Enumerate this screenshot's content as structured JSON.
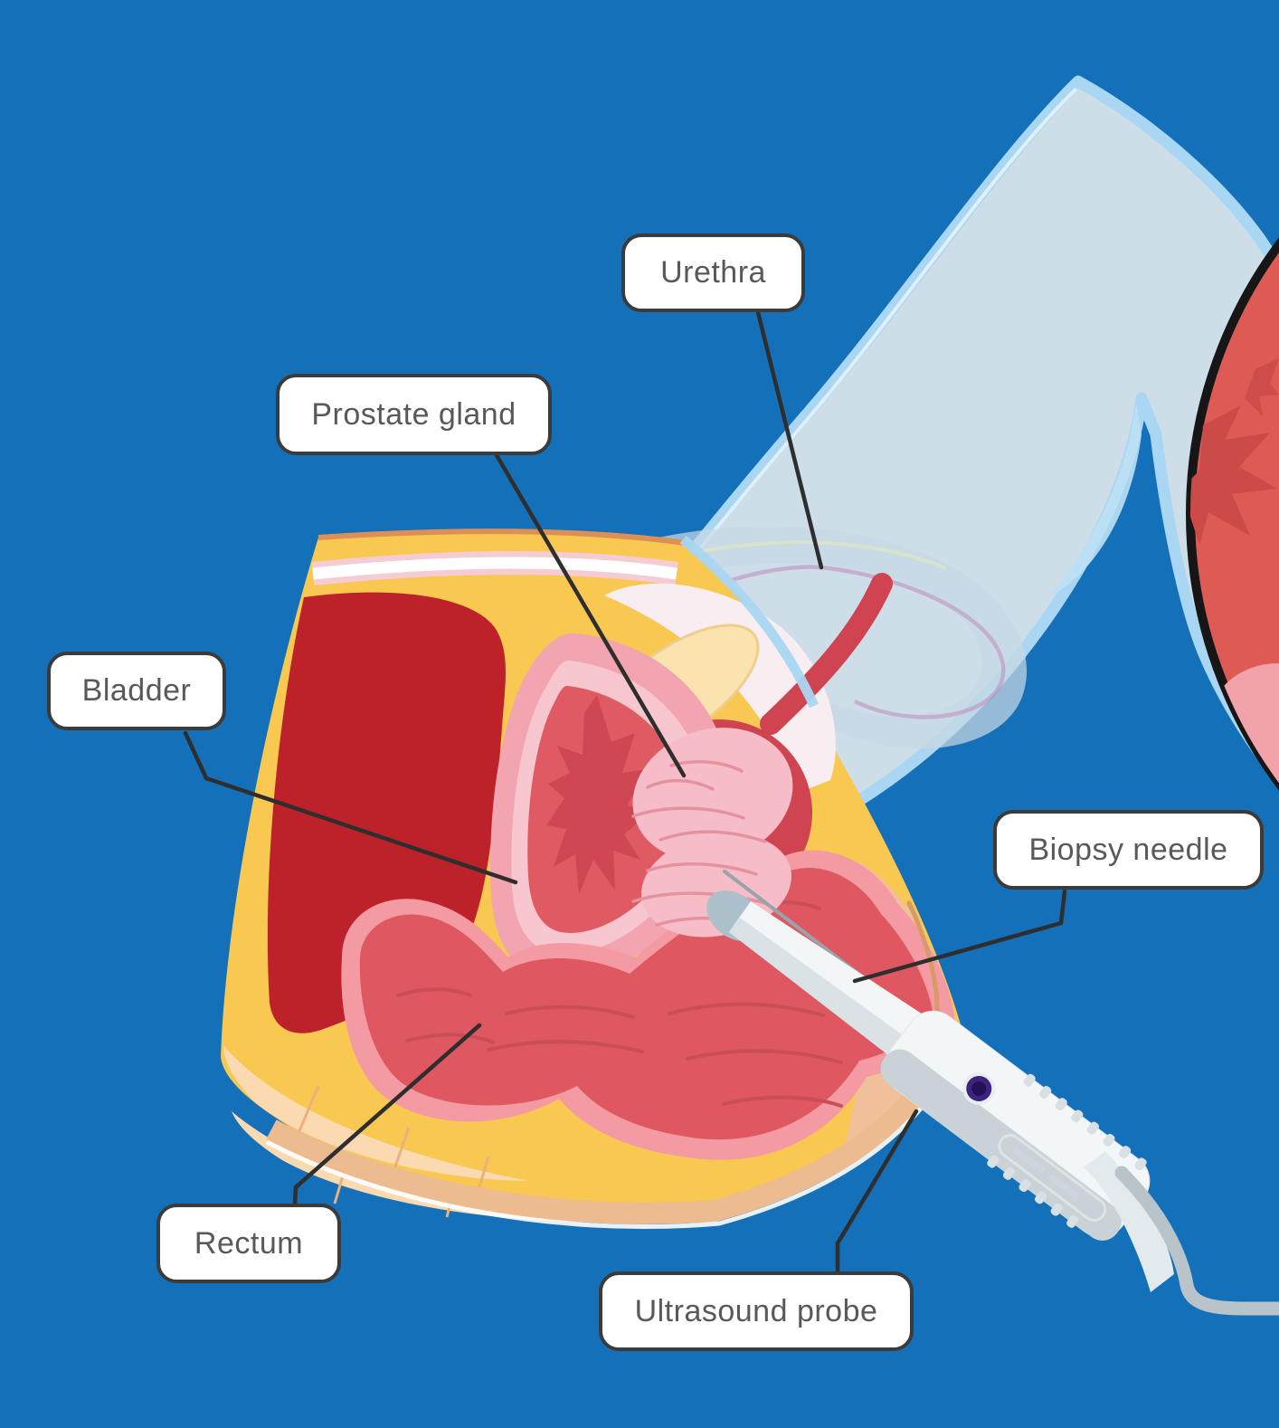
{
  "labels": {
    "urethra": "Urethra",
    "prostate_gland": "Prostate gland",
    "bladder": "Bladder",
    "biopsy_needle": "Biopsy needle",
    "rectum": "Rectum",
    "ultrasound_probe": "Ultrasound probe"
  },
  "colors": {
    "background": "#1470b8",
    "label_fill": "#ffffff",
    "label_border": "#3b3b3b",
    "label_text": "#58595b",
    "leader_line": "#2e2e2e",
    "leg_fill": "#cddee9",
    "leg_border": "#a9d6f2",
    "leg_crease": "#bde0f5",
    "fat_yellow": "#f8c851",
    "muscle_red": "#bd2129",
    "bladder_wall_pink": "#f2a4b0",
    "bladder_interior_red": "#e05a64",
    "bladder_star_red": "#cf4752",
    "prostate_pink": "#f6bdc8",
    "prostate_wrinkle": "#e492a0",
    "urethra_channel_red": "#cf4450",
    "rectum_outline_pink": "#f49aa2",
    "rectum_wall_red": "#df5760",
    "rectum_texture": "#c94e57",
    "skin_peach": "#f0c09a",
    "skin_band": "#edbb90",
    "cream_layer": "#fbdab2",
    "pubic_bone_cream": "#fae3af",
    "probe_body_white": "#f3f6f7",
    "probe_shadow_gray": "#c9d2d7",
    "probe_tip_gray": "#abc0cb",
    "probe_button_purple": "#3f2380",
    "needle_gray": "#98a3ab",
    "cable_gray": "#b9c4ca",
    "inset_circle_red": "#dd5a55",
    "inset_spiky_red": "#cb4b49",
    "inset_spot_pink": "#f2a2ab",
    "penis_ghost_blue": "#c7d8e4",
    "urethra_line_purple": "#c4a7ca"
  }
}
